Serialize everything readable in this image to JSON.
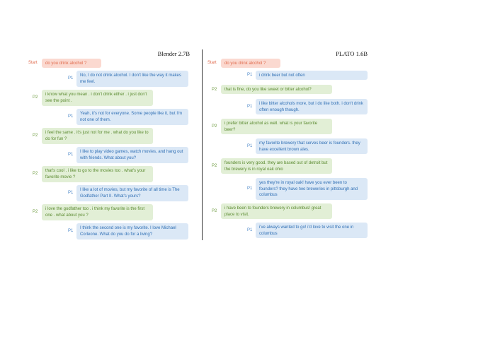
{
  "columns": [
    {
      "id": "left",
      "title": "Blender 2.7B",
      "turns": [
        {
          "speaker": "Start",
          "text": "do you drink alcohol ?"
        },
        {
          "speaker": "P1",
          "text": "No, I do not drink alcohol. I don't like the way it makes me feel."
        },
        {
          "speaker": "P2",
          "text": "i know what you mean . i don't drink either . i just don't see the point ."
        },
        {
          "speaker": "P1",
          "text": "Yeah, it's not for everyone. Some people like it, but I'm not one of them."
        },
        {
          "speaker": "P2",
          "text": "i feel the same . it's just not for me . what do you like to do for fun ?"
        },
        {
          "speaker": "P1",
          "text": "I like to play video games, watch movies, and hang out with friends. What about you?"
        },
        {
          "speaker": "P2",
          "text": "that's cool . i like to go to the movies too . what's your favorite movie ?"
        },
        {
          "speaker": "P1",
          "text": "I like a lot of movies, but my favorite of all time is The Godfather Part II. What's yours?"
        },
        {
          "speaker": "P2",
          "text": "i love the godfather too . i think my favorite is the first one . what about you ?"
        },
        {
          "speaker": "P1",
          "text": "I think the second one is my favorite. I love Michael Corleone. What do you do for a living?"
        }
      ]
    },
    {
      "id": "right",
      "title": "PLATO 1.6B",
      "turns": [
        {
          "speaker": "Start",
          "text": "do you drink alcohol ?"
        },
        {
          "speaker": "P1",
          "text": "i drink beer but not often"
        },
        {
          "speaker": "P2",
          "text": "that is fine, do you like sweet or bitter alcohol?"
        },
        {
          "speaker": "P1",
          "text": "i like bitter alcohols more, but i do like both. i don't drink often enough though."
        },
        {
          "speaker": "P2",
          "text": "i prefer bitter alcohol as well. what is your favorite beer?"
        },
        {
          "speaker": "P1",
          "text": "my favorite brewery that serves beer is founders. they have excellent brown ales."
        },
        {
          "speaker": "P2",
          "text": "founders is very good. they are based out of detroit but the brewery is in royal oak ohio"
        },
        {
          "speaker": "P1",
          "text": "yes they're in royal oak! have you ever been to founders? they have two breweries in pittsburgh and columbus"
        },
        {
          "speaker": "P2",
          "text": "i have been to founders brewery in columbus! great place to visit."
        },
        {
          "speaker": "P1",
          "text": "i've always wanted to go! i'd love to visit the one in columbus"
        }
      ]
    }
  ]
}
